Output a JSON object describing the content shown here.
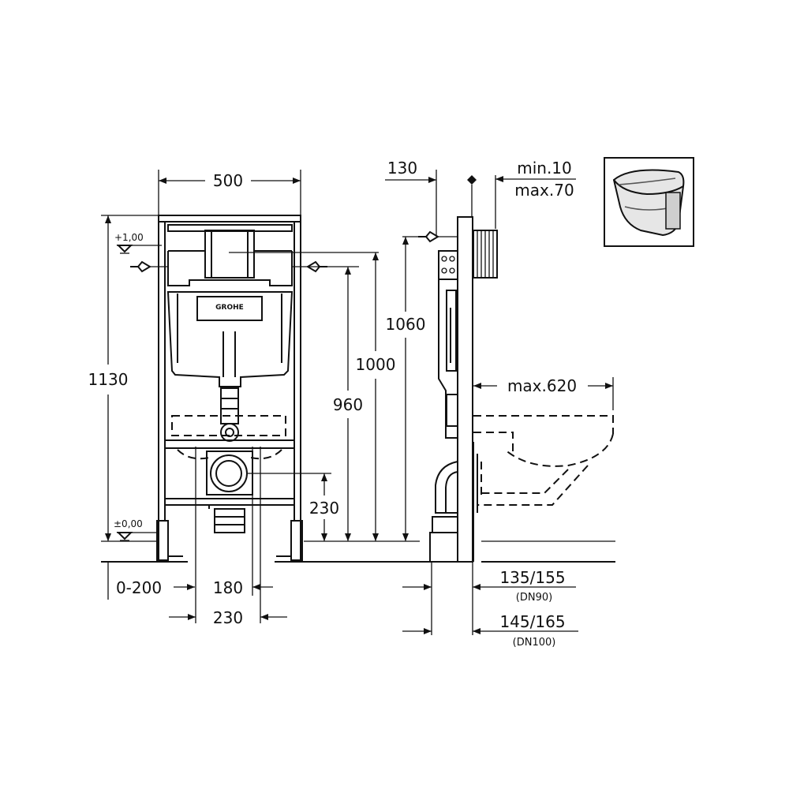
{
  "front_view": {
    "width_label": "500",
    "height_label": "1130",
    "level_top": "+1,00",
    "level_bottom": "±0,00",
    "brand_text": "GROHE",
    "dim_960": "960",
    "dim_1000": "1000",
    "dim_230_height": "230",
    "dim_0_200": "0-200",
    "dim_180": "180",
    "dim_230_width": "230"
  },
  "side_view": {
    "depth_130": "130",
    "min_label": "min.10",
    "max_label": "max.70",
    "height_1060": "1060",
    "max_620": "max.620",
    "dim_135_155": "135/155",
    "dn90": "(DN90)",
    "dim_145_165": "145/165",
    "dn100": "(DN100)"
  },
  "thumbnail": {
    "name": "wall-hung-toilet"
  }
}
